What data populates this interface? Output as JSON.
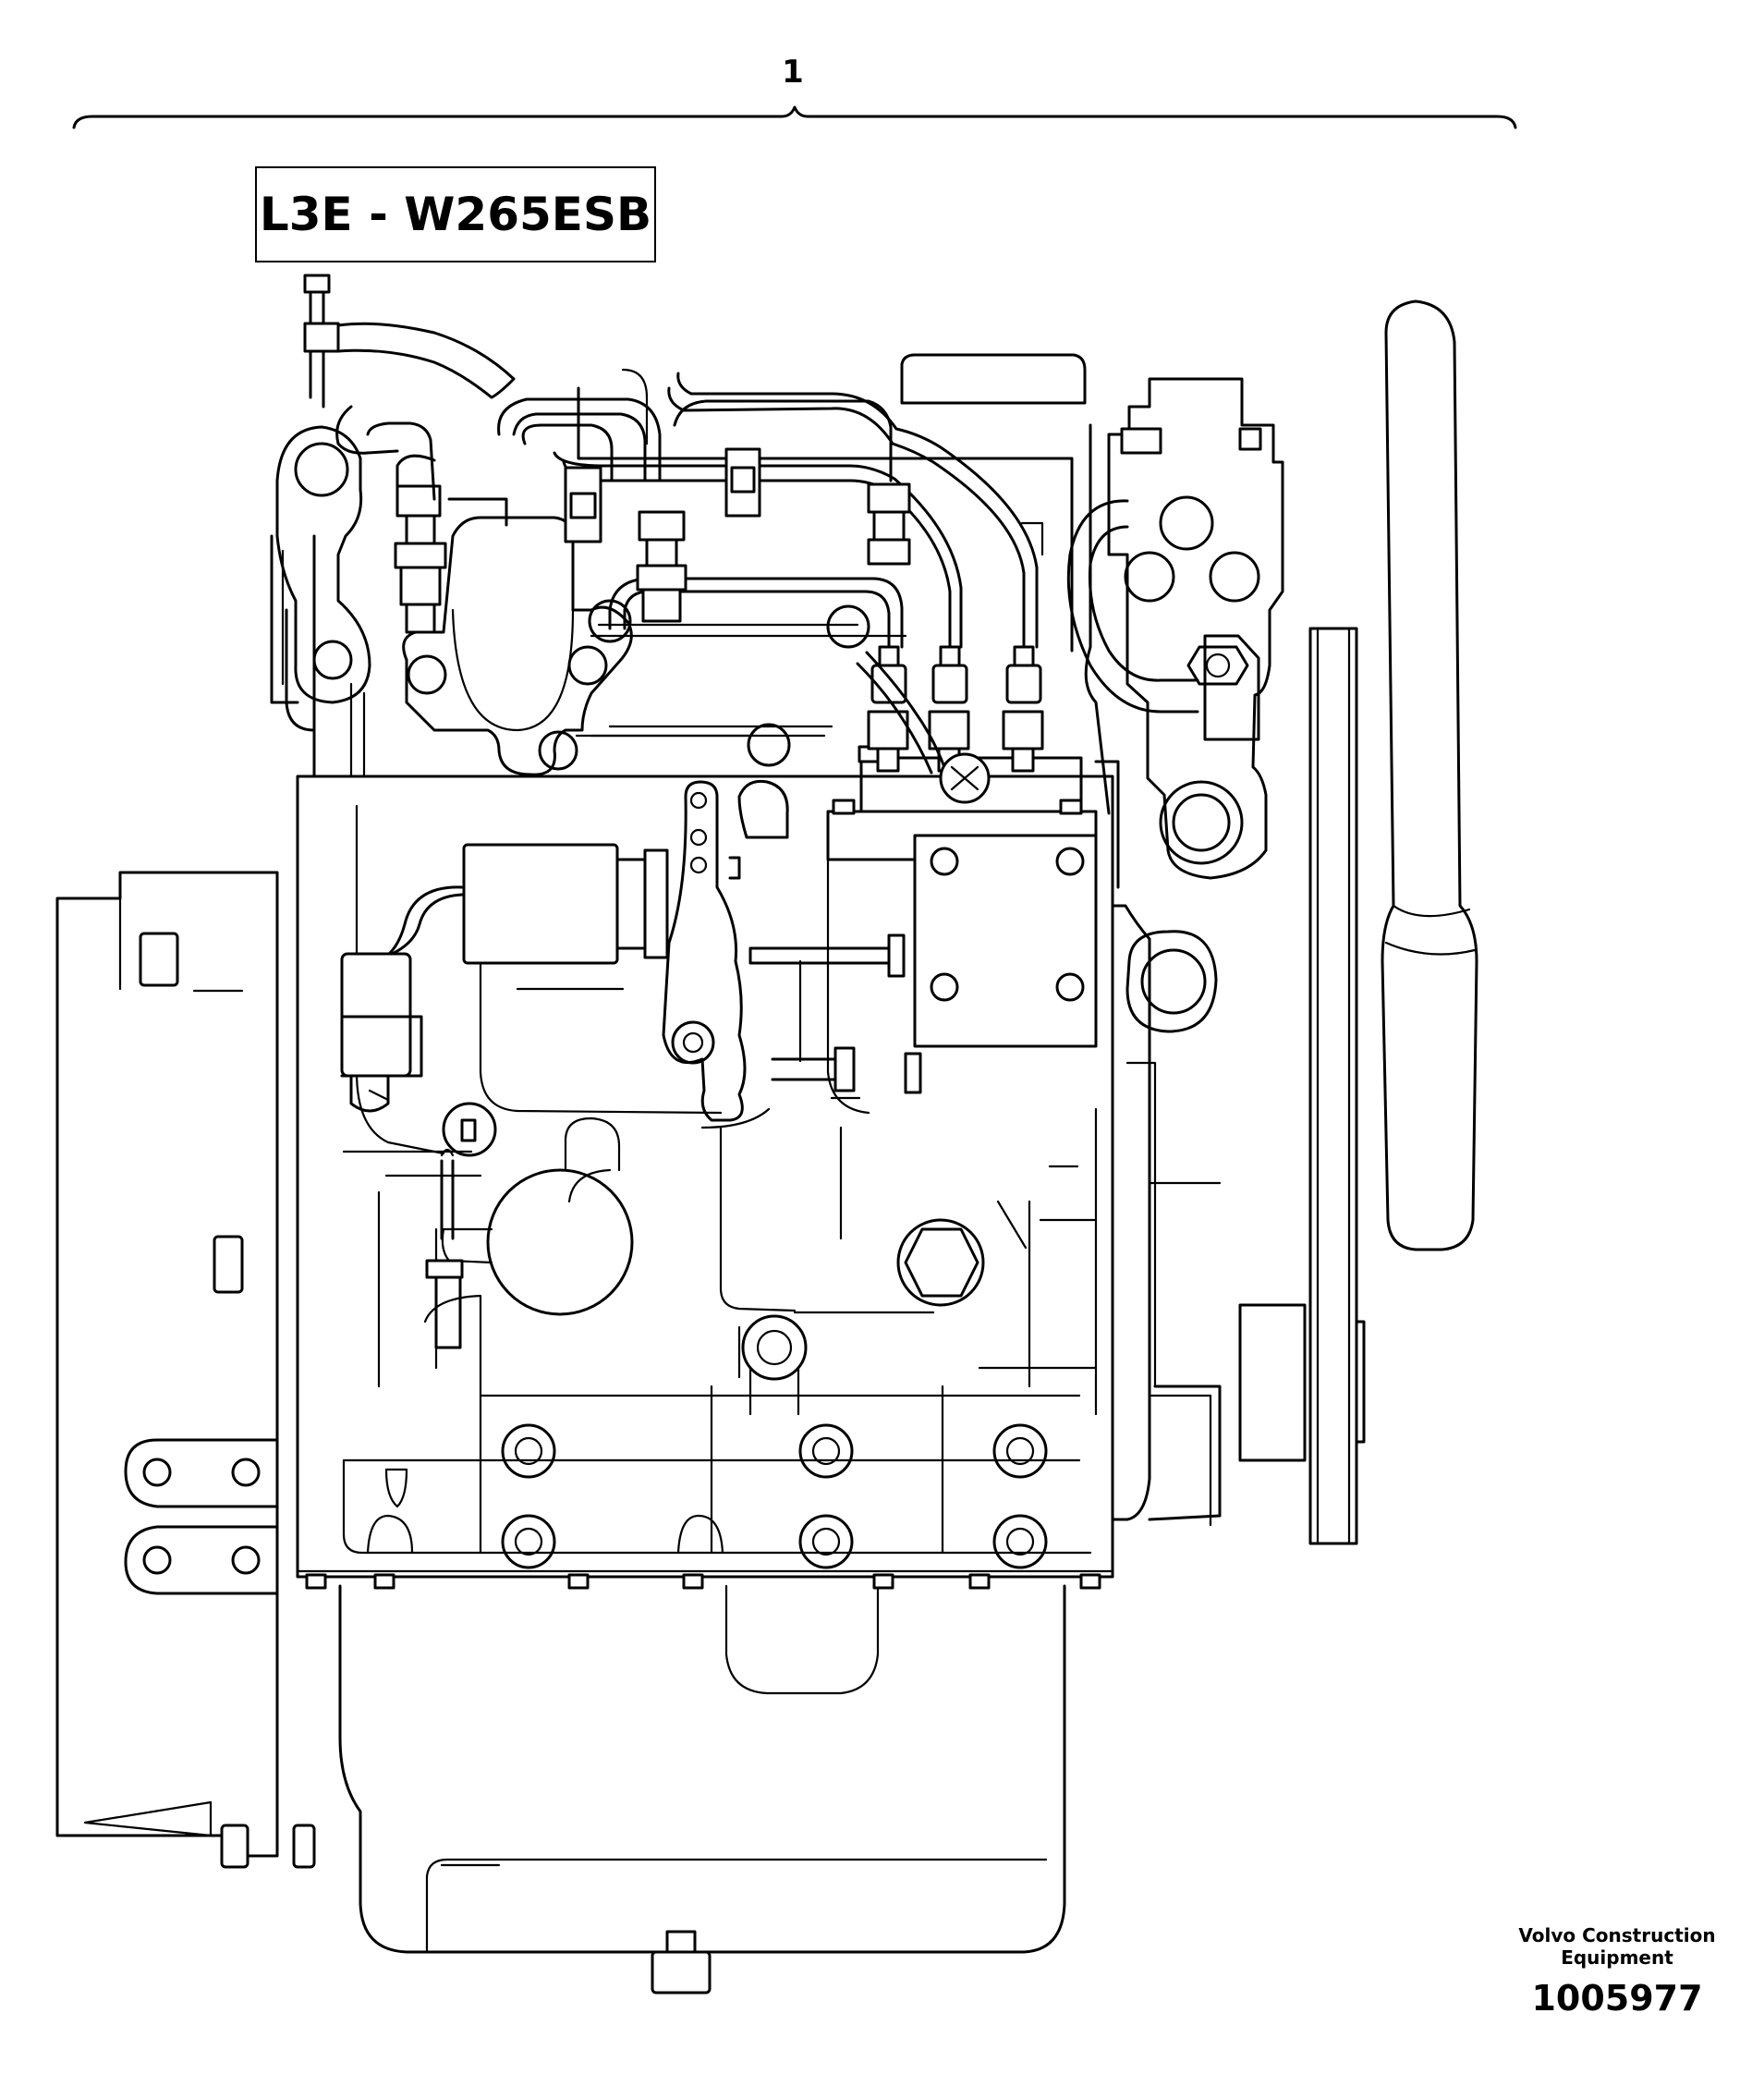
{
  "callout": {
    "number": "1"
  },
  "model_label": "L3E - W265ESB",
  "footer": {
    "brand_line1": "Volvo Construction",
    "brand_line2": "Equipment",
    "part_number": "1005977"
  }
}
